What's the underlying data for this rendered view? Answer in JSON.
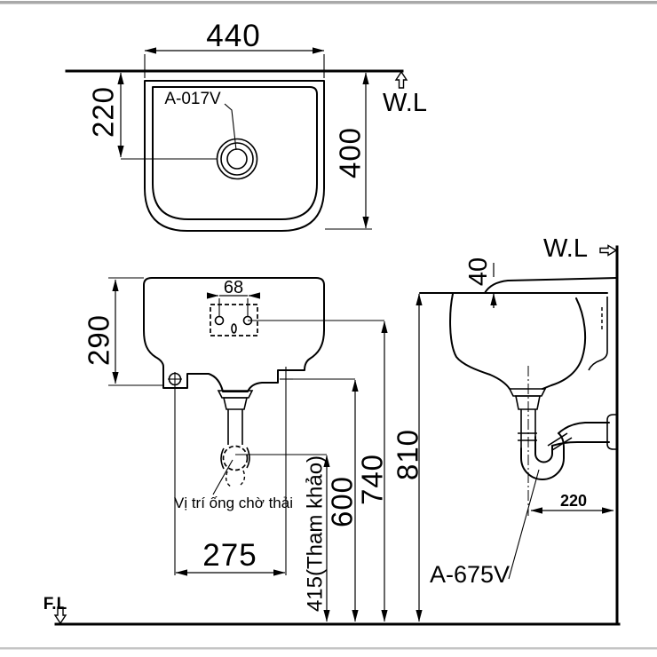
{
  "drawing": {
    "colors": {
      "line": "#000000",
      "background": "#ffffff",
      "border_top": "#a9a9a9",
      "border_bottom": "#c4c4c4"
    },
    "top_view": {
      "wall_line_label": "W.L",
      "width_dim": "440",
      "depth_dim": "400",
      "drain_offset_dim": "220",
      "drain_model_label": "A-017V"
    },
    "front_view": {
      "height_dim": "290",
      "hole_spacing_dim": "68",
      "screw_spacing_dim": "275",
      "waste_note": "Vị trí ống chờ thải"
    },
    "install_heights": {
      "waste_height_dim": "415(Tham khảo)",
      "bracket_height_dim": "600",
      "hole_height_dim": "740",
      "rim_height_dim": "810"
    },
    "side_view": {
      "wall_line_label": "W.L",
      "rim_drop_dim": "40",
      "trap_offset_dim": "220",
      "trap_model_label": "A-675V"
    },
    "floor_line_label": "F.L"
  }
}
